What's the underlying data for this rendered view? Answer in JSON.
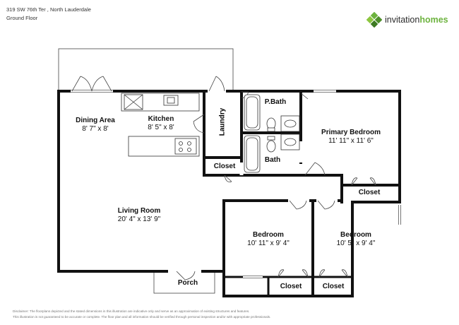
{
  "header": {
    "address": "319 SW 76th Ter , North Lauderdale",
    "floor": "Ground Floor"
  },
  "brand": {
    "name_part1": "invitation",
    "name_part2": "homes",
    "logo_icon": "diamond-grid-logo",
    "color_green": "#6db33f",
    "color_dark": "#2b2b2b"
  },
  "rooms": {
    "dining": {
      "name": "Dining Area",
      "dims": "8' 7\" x 8'"
    },
    "kitchen": {
      "name": "Kitchen",
      "dims": "8' 5\" x 8'"
    },
    "laundry": {
      "name": "Laundry"
    },
    "pbath": {
      "name": "P.Bath"
    },
    "primary_bedroom": {
      "name": "Primary Bedroom",
      "dims": "11' 11\" x 11' 6\""
    },
    "bath": {
      "name": "Bath"
    },
    "closet_hall": {
      "name": "Closet"
    },
    "closet_primary": {
      "name": "Closet"
    },
    "living": {
      "name": "Living Room",
      "dims": "20' 4\" x 13' 9\""
    },
    "bedroom1": {
      "name": "Bedroom",
      "dims": "10' 11\" x 9' 4\""
    },
    "bedroom2": {
      "name": "Bedroom",
      "dims": "10' 5\" x 9' 4\""
    },
    "closet_bed1": {
      "name": "Closet"
    },
    "closet_bed2": {
      "name": "Closet"
    },
    "porch": {
      "name": "Porch"
    }
  },
  "disclaimer": {
    "line1": "Disclaimer: The floorplans depicted and the stated dimensions in this illustration are indicative only and serve as an approximation of existing structures and features.",
    "line2": "This illustration is not guaranteed to be accurate or complete. The floor plan and all information should be verified through personal inspection and/or with appropriate professionals."
  }
}
